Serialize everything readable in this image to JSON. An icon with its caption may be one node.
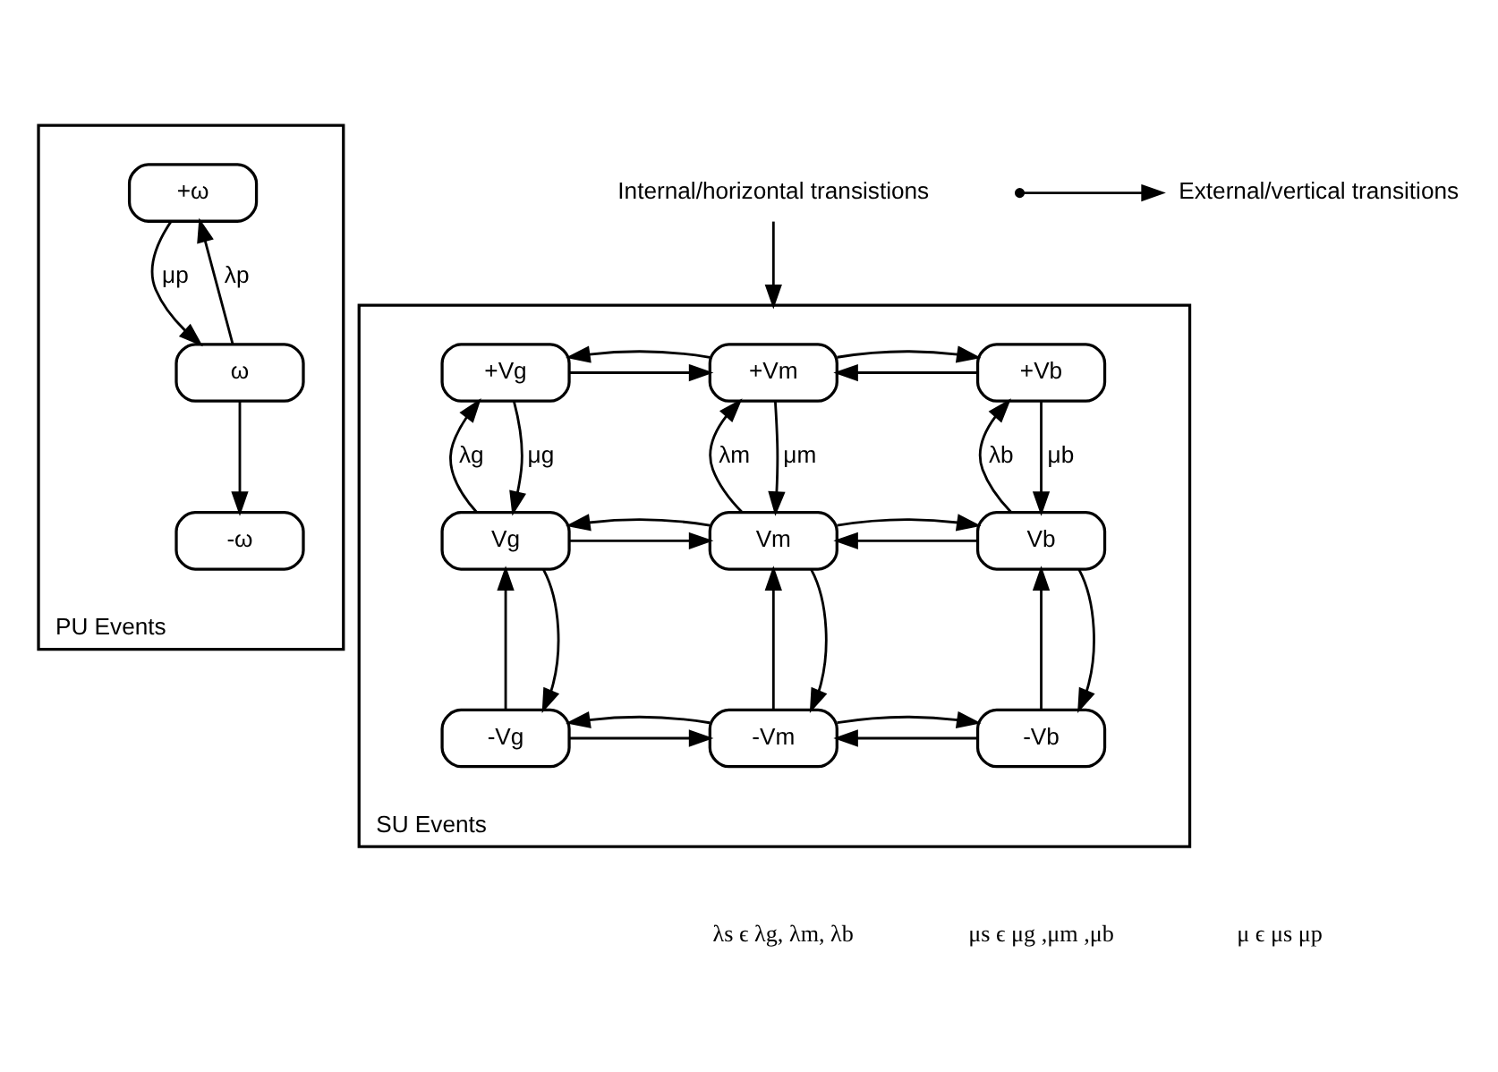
{
  "diagram": {
    "nodes": [
      {
        "text": [],
        "shape": "box",
        "beside": [
          "PU Events"
        ]
      },
      {
        "text": [
          "+ω"
        ],
        "in": 0
      },
      {
        "text": [
          "ω"
        ],
        "in": 0
      },
      {
        "text": [
          "-ω"
        ],
        "in": 0
      },
      {
        "text": [],
        "shape": "box",
        "beside": [
          "SU Events"
        ]
      },
      {
        "text": [
          "+Vg"
        ],
        "in": 4
      },
      {
        "text": [
          "+Vm"
        ],
        "in": 4
      },
      {
        "text": [
          "+Vb"
        ],
        "in": 4
      },
      {
        "text": [
          "Vg"
        ],
        "in": 4
      },
      {
        "text": [
          "Vm"
        ],
        "in": 4
      },
      {
        "text": [
          "Vb"
        ],
        "in": 4
      },
      {
        "text": [
          "-Vg"
        ],
        "in": 4
      },
      {
        "text": [
          "-Vm"
        ],
        "in": 4
      },
      {
        "text": [
          "-Vb"
        ],
        "in": 4
      },
      {
        "text": [
          "Internal/horizontal transistions"
        ]
      },
      {
        "text": [
          "External/vertical transitions"
        ]
      }
    ],
    "edges": [
      {
        "from": 2,
        "to": 1,
        "arrow": "to",
        "label": "λp"
      },
      {
        "from": 1,
        "to": 2,
        "arrow": "to",
        "label": "μp"
      },
      {
        "from": 2,
        "to": 3,
        "arrow": "to"
      },
      {
        "from": 5,
        "to": 6,
        "arrow": "to"
      },
      {
        "from": 6,
        "to": 5,
        "arrow": "to"
      },
      {
        "from": 7,
        "to": 6,
        "arrow": "to"
      },
      {
        "from": 6,
        "to": 7,
        "arrow": "to"
      },
      {
        "from": 8,
        "to": 5,
        "arrow": "to",
        "label": "λg"
      },
      {
        "from": 5,
        "to": 8,
        "arrow": "to",
        "label": "μg"
      },
      {
        "from": 9,
        "to": 6,
        "arrow": "to",
        "label": "λm"
      },
      {
        "from": 6,
        "to": 9,
        "arrow": "to",
        "label": "μm"
      },
      {
        "from": 10,
        "to": 7,
        "arrow": "to",
        "label": "λb"
      },
      {
        "from": 7,
        "to": 10,
        "arrow": "to",
        "label": "μb"
      },
      {
        "from": 8,
        "to": 9,
        "arrow": "to"
      },
      {
        "from": 9,
        "to": 8,
        "arrow": "to"
      },
      {
        "from": 10,
        "to": 9,
        "arrow": "to"
      },
      {
        "from": 9,
        "to": 10,
        "arrow": "to"
      },
      {
        "from": 11,
        "to": 8,
        "arrow": "to"
      },
      {
        "from": 8,
        "to": 11,
        "arrow": "to"
      },
      {
        "from": 12,
        "to": 9,
        "arrow": "to"
      },
      {
        "from": 9,
        "to": 12,
        "arrow": "to"
      },
      {
        "from": 13,
        "to": 10,
        "arrow": "to"
      },
      {
        "from": 10,
        "to": 13,
        "arrow": "to"
      },
      {
        "from": 11,
        "to": 12,
        "arrow": "to"
      },
      {
        "from": 12,
        "to": 11,
        "arrow": "to"
      },
      {
        "from": 13,
        "to": 12,
        "arrow": "to"
      },
      {
        "from": 12,
        "to": 13,
        "arrow": "to"
      },
      {
        "from": 14,
        "to": 4,
        "arrow": "to"
      },
      {
        "from": null,
        "to": 15,
        "arrow": "to"
      }
    ],
    "labels": [
      "λs ϵ λg, λm, λb",
      "μs ϵ μg ,μm ,μb",
      "μ ϵ μs μp"
    ]
  }
}
